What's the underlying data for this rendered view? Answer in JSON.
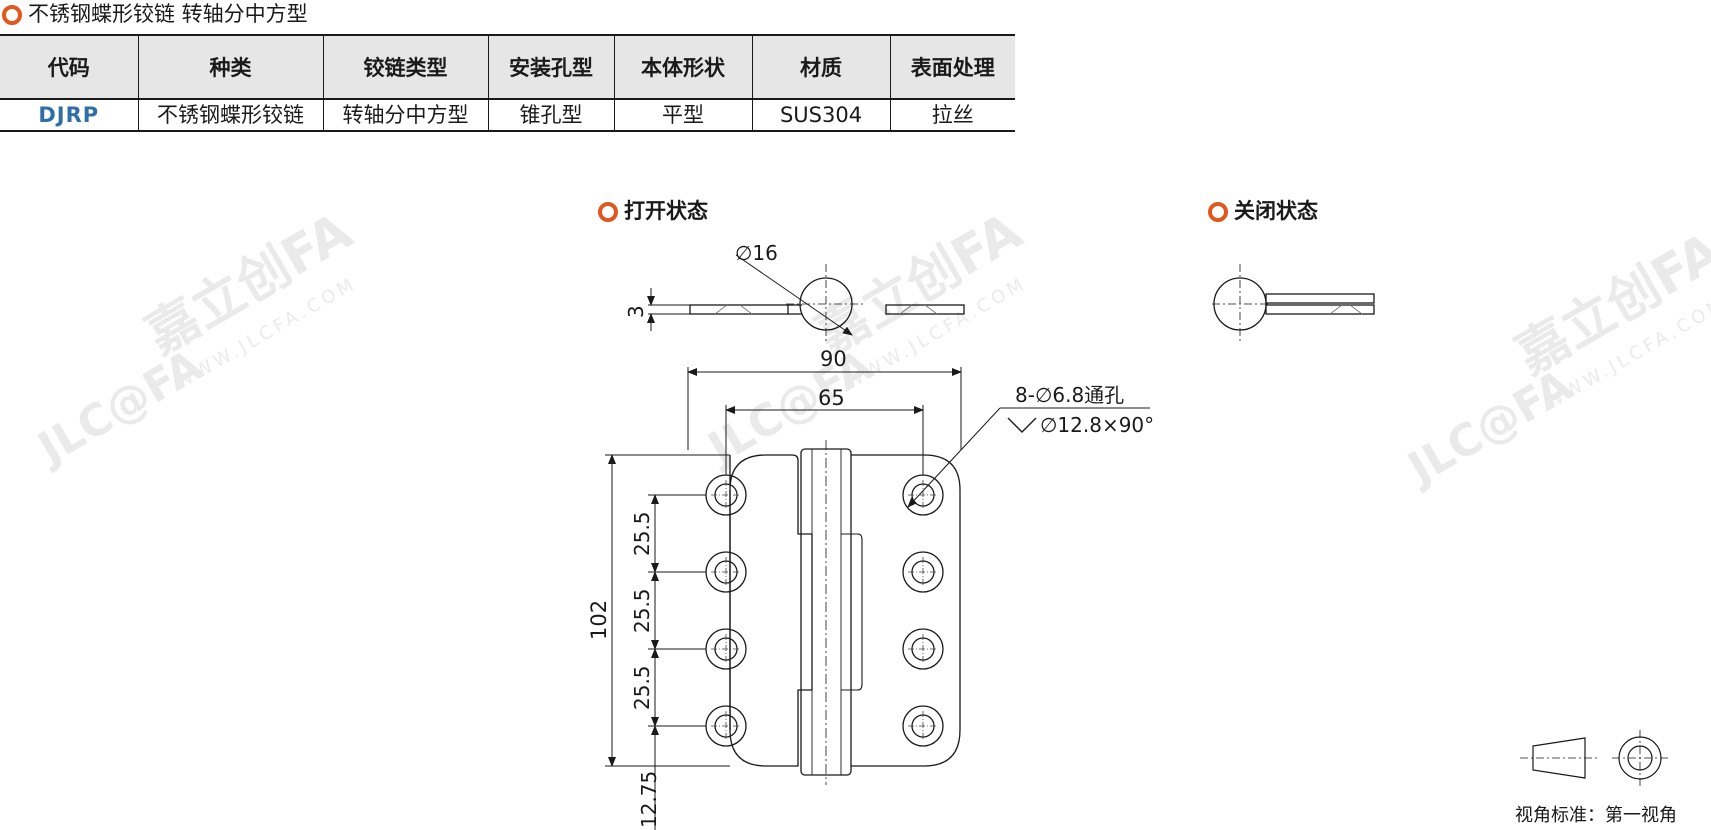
{
  "product_title": "不锈钢蝶形铰链 转轴分中方型",
  "table": {
    "headers": [
      "代码",
      "种类",
      "铰链类型",
      "安装孔型",
      "本体形状",
      "材质",
      "表面处理"
    ],
    "row": [
      "DJRP",
      "不锈钢蝶形铰链",
      "转轴分中方型",
      "锥孔型",
      "平型",
      "SUS304",
      "拉丝"
    ]
  },
  "views": {
    "open_label": "打开状态",
    "closed_label": "关闭状态"
  },
  "dimensions": {
    "pin_diameter": "∅16",
    "thickness": "3",
    "overall_width": "90",
    "hole_spacing_x": "65",
    "hole_note_line1": "8-∅6.8通孔",
    "hole_note_line2": "∅12.8×90°",
    "height": "102",
    "pitch_1": "25.5",
    "pitch_2": "25.5",
    "pitch_3": "25.5",
    "edge_offset": "12.75"
  },
  "projection_label": "视角标准：第一视角",
  "watermark": {
    "logo": "JLC@FA",
    "brand": "嘉立创FA",
    "url": "WWW.JLCFA.COM"
  },
  "colors": {
    "accent": "#e2571e",
    "code_text": "#2f6fa6",
    "header_bg": "#e6e6e6"
  }
}
